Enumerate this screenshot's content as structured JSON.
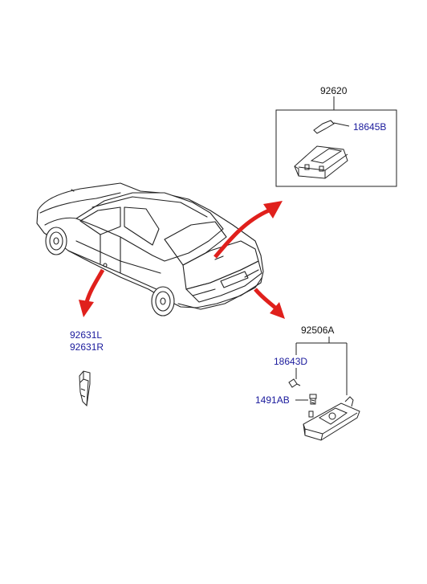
{
  "parts": {
    "dome_lamp_assembly": "92620",
    "dome_bulb": "18645B",
    "license_lamp_assembly": "92506A",
    "license_bulb": "18643D",
    "license_screw": "1491AB",
    "side_marker_left": "92631L",
    "side_marker_right": "92631R"
  },
  "colors": {
    "label_blue": "#1a1a9c",
    "arrow_red": "#e0201c",
    "line_art": "#222222"
  },
  "icons": {
    "car": "sedan-rear-three-quarter-icon",
    "arrow": "red-callout-arrow-icon"
  }
}
